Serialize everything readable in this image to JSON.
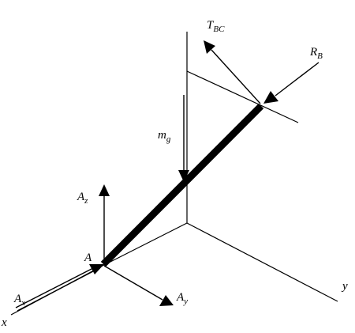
{
  "labels": {
    "x_axis": "x",
    "y_axis": "y",
    "point_A": "A",
    "Ax": {
      "main": "A",
      "sub": "x"
    },
    "Ay": {
      "main": "A",
      "sub": "y"
    },
    "Az": {
      "main": "A",
      "sub": "z"
    },
    "mg": {
      "main": "m",
      "sub": "g"
    },
    "TBC": {
      "main": "T",
      "sub": "BC"
    },
    "RB": {
      "main": "R",
      "sub": "B"
    }
  },
  "colors": {
    "ink": "#000000",
    "background": "#ffffff"
  }
}
